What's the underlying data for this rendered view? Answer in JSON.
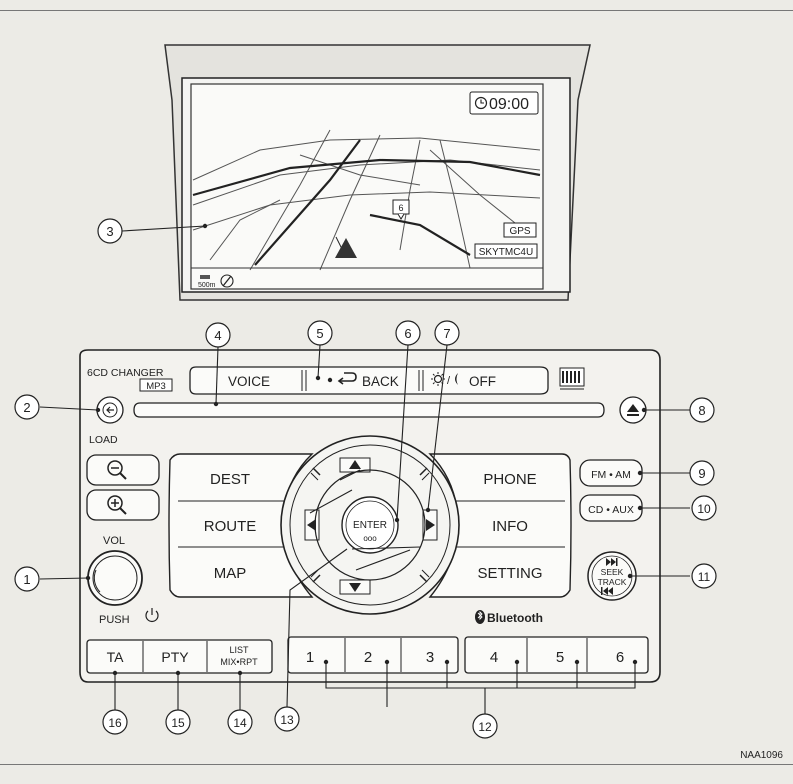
{
  "screen": {
    "clock": "09:00",
    "waypoint": "6",
    "gps": "GPS",
    "tmc": "SKYTMC4U",
    "scale": "500m"
  },
  "unit": {
    "changer_label": "6CD CHANGER",
    "mp3_badge": "MP3",
    "voice": "VOICE",
    "back": "BACK",
    "off": "OFF",
    "load": "LOAD",
    "vol": "VOL",
    "push": "PUSH",
    "dest": "DEST",
    "route": "ROUTE",
    "map": "MAP",
    "phone": "PHONE",
    "info": "INFO",
    "setting": "SETTING",
    "enter": "ENTER",
    "enter_dots": "ooo",
    "fm_am": "FM • AM",
    "cd_aux": "CD • AUX",
    "seek": "SEEK",
    "track": "TRACK",
    "bluetooth": "Bluetooth",
    "ta": "TA",
    "pty": "PTY",
    "list": "LIST",
    "mix_rpt": "MIX•RPT",
    "presets": [
      "1",
      "2",
      "3",
      "4",
      "5",
      "6"
    ]
  },
  "callouts": [
    "1",
    "2",
    "3",
    "4",
    "5",
    "6",
    "7",
    "8",
    "9",
    "10",
    "11",
    "12",
    "13",
    "14",
    "15",
    "16"
  ],
  "figure_code": "NAA1096"
}
